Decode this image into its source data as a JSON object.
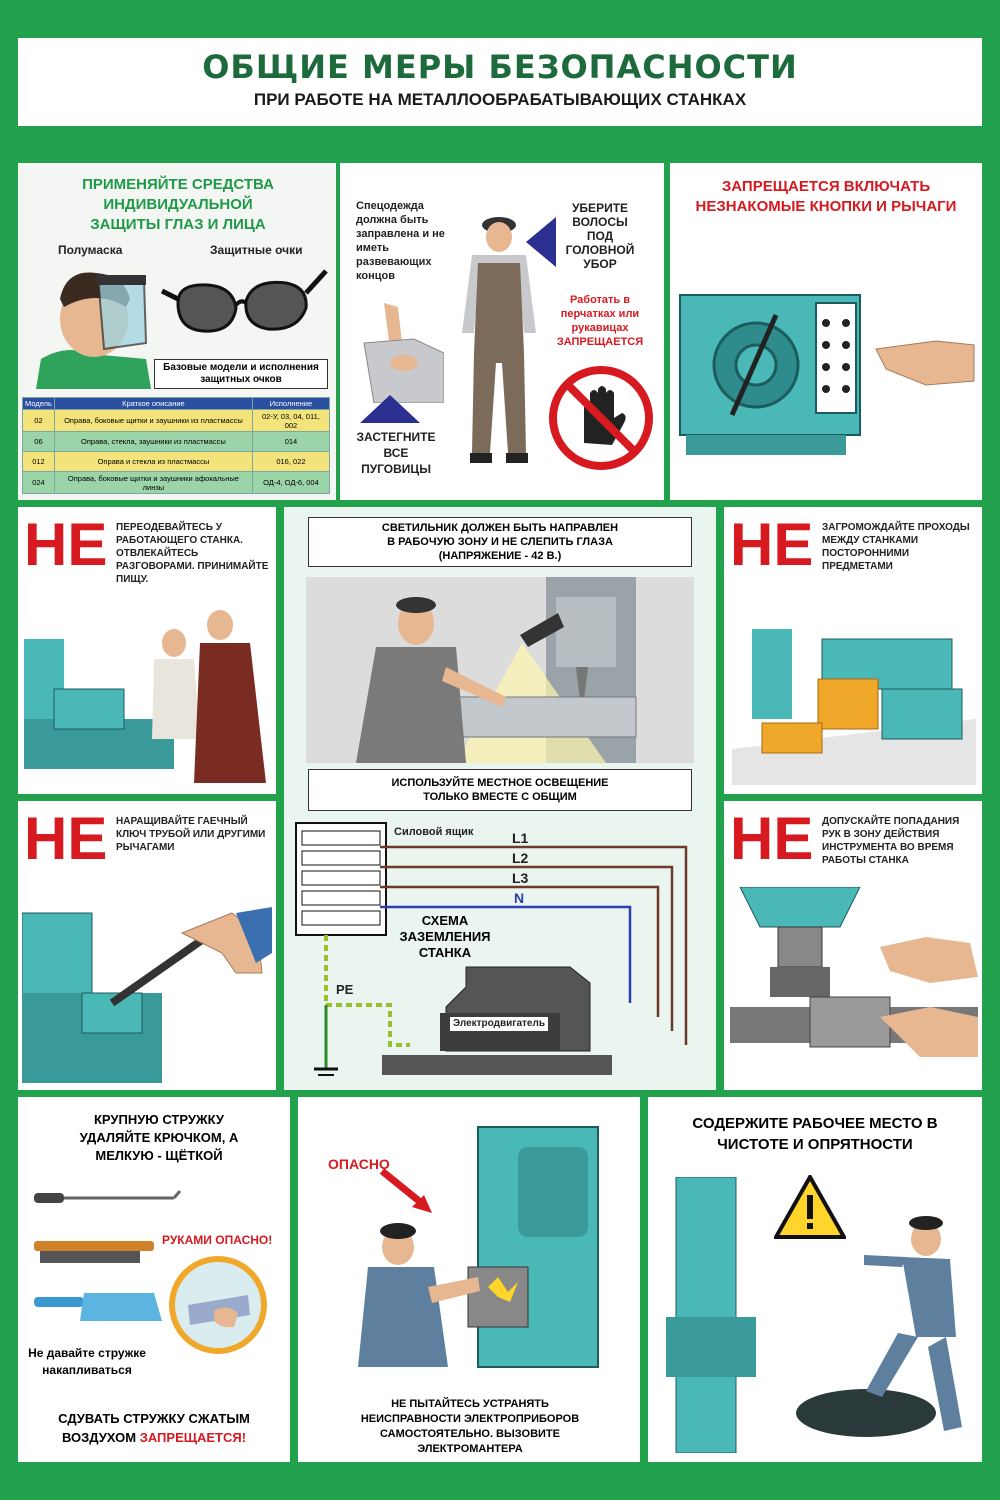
{
  "header": {
    "title": "ОБЩИЕ МЕРЫ БЕЗОПАСНОСТИ",
    "subtitle": "ПРИ РАБОТЕ НА МЕТАЛЛООБРАБАТЫВАЮЩИХ СТАНКАХ"
  },
  "ppe": {
    "title": "ПРИМЕНЯЙТЕ СРЕДСТВА ИНДИВИДУАЛЬНОЙ ЗАЩИТЫ ГЛАЗ И ЛИЦА",
    "half_mask": "Полумаска",
    "goggles": "Защитные очки",
    "models_label": "Базовые модели и исполнения защитных очков",
    "table_headers": [
      "Модель",
      "Краткое описание",
      "Исполнение"
    ],
    "table_rows": [
      [
        "02",
        "Оправа, боковые щитки и заушники из пластмассы",
        "02-У, 03, 04, 011, 002"
      ],
      [
        "06",
        "Оправа, стекла, заушники из пластмассы",
        "014"
      ],
      [
        "012",
        "Оправа и стекла из пластмассы",
        "016, 022"
      ],
      [
        "024",
        "Оправа, боковые щитки и заушники афокальные линзы",
        "ОД-4, ОД-6, 004"
      ]
    ]
  },
  "clothing": {
    "workwear": "Спецодежда должна быть заправлена и не иметь развевающих концов",
    "hair": "УБЕРИТЕ ВОЛОСЫ ПОД ГОЛОВНОЙ УБОР",
    "gloves_1": "Работать в перчатках или рукавицах",
    "gloves_2": "ЗАПРЕЩАЕТСЯ",
    "buttons": "ЗАСТЕГНИТЕ ВСЕ ПУГОВИЦЫ"
  },
  "buttons_panel": {
    "title": "ЗАПРЕЩАЕТСЯ ВКЛЮЧАТЬ НЕЗНАКОМЫЕ КНОПКИ И РЫЧАГИ"
  },
  "ne_word": "НЕ",
  "ne1": "ПЕРЕОДЕВАЙТЕСЬ У РАБОТАЮЩЕГО СТАНКА. ОТВЛЕКАЙТЕСЬ РАЗГОВОРАМИ. ПРИНИМАЙТЕ ПИЩУ.",
  "ne2": "ЗАГРОМОЖДАЙТЕ ПРОХОДЫ МЕЖДУ СТАНКАМИ ПОСТОРОННИМИ ПРЕДМЕТАМИ",
  "ne3": "НАРАЩИВАЙТЕ ГАЕЧНЫЙ КЛЮЧ ТРУБОЙ ИЛИ ДРУГИМИ РЫЧАГАМИ",
  "ne4": "ДОПУСКАЙТЕ ПОПАДАНИЯ РУК В ЗОНУ ДЕЙСТВИЯ ИНСТРУМЕНТА ВО ВРЕМЯ РАБОТЫ СТАНКА",
  "lighting": {
    "lamp_1": "СВЕТИЛЬНИК ДОЛЖЕН БЫТЬ НАПРАВЛЕН",
    "lamp_2": "В РАБОЧУЮ ЗОНУ И НЕ СЛЕПИТЬ ГЛАЗА",
    "lamp_3": "(НАПРЯЖЕНИЕ - 42 В.)",
    "local_1": "ИСПОЛЬЗУЙТЕ МЕСТНОЕ ОСВЕЩЕНИЕ",
    "local_2": "ТОЛЬКО ВМЕСТЕ С ОБЩИМ"
  },
  "grounding": {
    "power_box": "Силовой ящик",
    "l1": "L1",
    "l2": "L2",
    "l3": "L3",
    "n": "N",
    "scheme": "СХЕМА ЗАЗЕМЛЕНИЯ СТАНКА",
    "pe": "PE",
    "motor": "Электродвигатель"
  },
  "chips": {
    "title": "КРУПНУЮ СТРУЖКУ УДАЛЯЙТЕ КРЮЧКОМ, А МЕЛКУЮ - ЩЁТКОЙ",
    "hands": "РУКАМИ ОПАСНО!",
    "accumulate": "Не давайте стружке накапливаться",
    "blow_1": "СДУВАТЬ СТРУЖКУ СЖАТЫМ",
    "blow_2": "ВОЗДУХОМ",
    "blow_3": "ЗАПРЕЩАЕТСЯ!"
  },
  "electric": {
    "danger": "ОПАСНО",
    "text": "НЕ ПЫТАЙТЕСЬ УСТРАНЯТЬ НЕИСПРАВНОСТИ ЭЛЕКТРОПРИБОРОВ САМОСТОЯТЕЛЬНО. ВЫЗОВИТЕ ЭЛЕКТРОМАНТЕРА"
  },
  "clean": {
    "title": "СОДЕРЖИТЕ РАБОЧЕЕ МЕСТО В ЧИСТОТЕ И ОПРЯТНОСТИ"
  },
  "colors": {
    "background": "#23a24d",
    "title_green": "#1d6b3d",
    "red": "#d71920",
    "machine": "#4bb8b8"
  }
}
